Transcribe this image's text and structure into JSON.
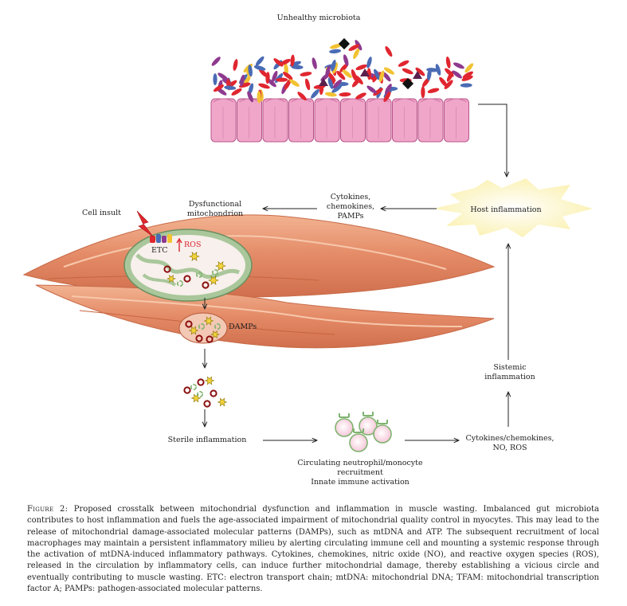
{
  "labels": {
    "unhealthy_microbiota": "Unhealthy microbiota",
    "cytokines_chemokines_pamps": [
      "Cytokines,",
      "chemokines,",
      "PAMPs"
    ],
    "host_inflammation": "Host inflammation",
    "cell_insult": "Cell insult",
    "dysfunctional_mitochondrion": [
      "Dysfunctional",
      "mitochondrion"
    ],
    "etc": "ETC",
    "ros": "ROS",
    "damps": "DAMPs",
    "systemic_inflammation": [
      "Sistemic",
      "inflammation"
    ],
    "sterile_inflammation": "Sterile inflammation",
    "circulating_recruitment": [
      "Circulating neutrophil/monocyte",
      "recruitment",
      "Innate immune activation"
    ],
    "cytokines_no_ros": [
      "Cytokines/chemokines,",
      "NO, ROS"
    ]
  },
  "caption": {
    "figure_label": "Figure 2:",
    "text": "Proposed crosstalk between mitochondrial dysfunction and inflammation in muscle wasting. Imbalanced gut microbiota contributes to host inflammation and fuels the age-associated impairment of mitochondrial quality control in myocytes. This may lead to the release of mitochondrial damage-associated molecular patterns (DAMPs), such as mtDNA and ATP. The subsequent recruitment of local macrophages may maintain a persistent inflammatory milieu by alerting circulating immune cell and mounting a systemic response through the activation of mtDNA-induced inflammatory pathways. Cytokines, chemokines, nitric oxide (NO), and reactive oxygen species (ROS), released in the circulation by inflammatory cells, can induce further mitochondrial damage, thereby establishing a vicious circle and eventually contributing to muscle wasting. ETC: electron transport chain; mtDNA: mitochondrial DNA; TFAM: mitochondrial transcription factor A; PAMPs: pathogen-associated molecular patterns."
  },
  "colors": {
    "bacteria_red": "#e0262f",
    "bacteria_blue": "#4a6bb5",
    "bacteria_purple": "#8e3a8e",
    "bacteria_yellow": "#f2c233",
    "epithelium": "#f0a6c9",
    "muscle": "#e48a66",
    "mitochondrion": "#a9c79b",
    "burst": "#fbf2b8",
    "ros_red": "#d9262e"
  }
}
